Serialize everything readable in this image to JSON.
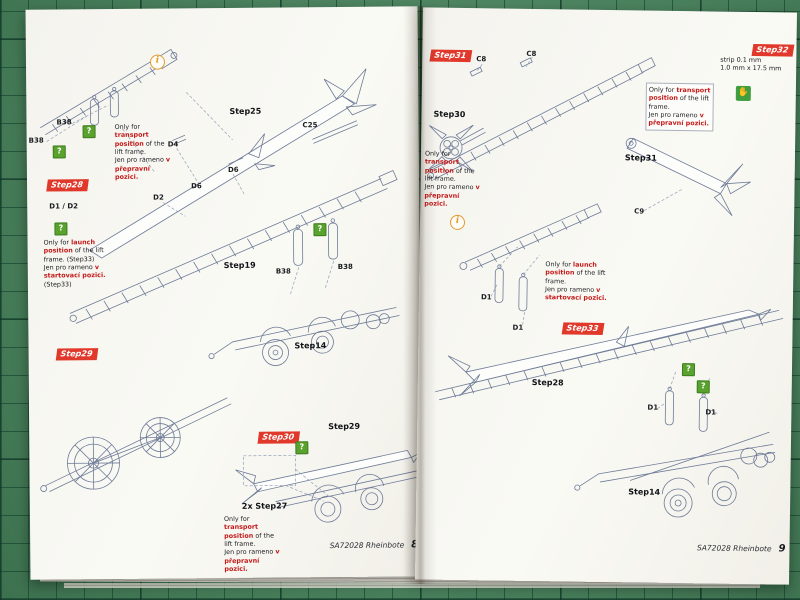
{
  "colors": {
    "mat_green": "#4a8a60",
    "tag_red": "#e0392b",
    "question_green": "#59a22d",
    "info_orange": "#e2992f",
    "note_red": "#c41a1a",
    "ink_blue": "#6e7b97"
  },
  "icons": {
    "info": "i",
    "question": "?",
    "hand": "✋"
  },
  "parts": {
    "b38": "B38",
    "d1": "D1",
    "d2": "D2",
    "d1_d2": "D1 / D2",
    "d4": "D4",
    "d6": "D6",
    "c8": "C8",
    "c9": "C9",
    "c25": "C25"
  },
  "steps": {
    "s14": "Step14",
    "s19": "Step19",
    "s25": "Step25",
    "s27": "2x Step27",
    "s28": "Step28",
    "s29": "Step29",
    "s30": "Step30",
    "s31": "Step31"
  },
  "tags": {
    "s28": "Step28",
    "s29": "Step29",
    "s30": "Step30",
    "s31": "Step31",
    "s32": "Step32",
    "s33": "Step33"
  },
  "notes": {
    "transport": {
      "en_a": "Only for ",
      "en_b": "transport position",
      "en_c": " of the lift frame.",
      "cs_a": "Jen pro rameno ",
      "cs_b": "v přepravní pozici."
    },
    "launch": {
      "en_a": "Only for ",
      "en_b": "launch position",
      "en_c": " of the lift frame.",
      "cs_a": "Jen pro rameno ",
      "cs_b": "v startovací pozici."
    },
    "launch33": {
      "en_a": "Only for ",
      "en_b": "launch position",
      "en_c": " of the lift frame. (Step33)",
      "cs_a": "Jen pro rameno ",
      "cs_b": "v startovací pozici.",
      "cs_c": " (Step33)"
    },
    "strip": {
      "line1": "strip 0.1 mm",
      "line2": "1.0 mm x 17.5 mm"
    }
  },
  "footer": {
    "title": "SA72028 Rheinbote",
    "left_page": "8",
    "right_page": "9"
  }
}
